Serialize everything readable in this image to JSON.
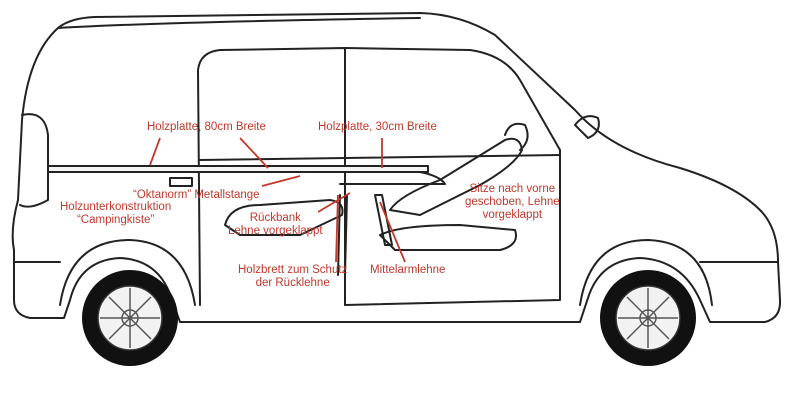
{
  "colors": {
    "annotation": "#c0392b",
    "outline": "#222222"
  },
  "annotations": {
    "holzplatte_80": "Holzplatte, 80cm Breite",
    "holzplatte_30": "Holzplatte, 30cm Breite",
    "oktanorm": "“Oktanorm” Metallstange",
    "holzunterkonstruktion": {
      "line1": "Holzunterkonstruktion",
      "line2": "“Campingkiste”"
    },
    "rueckbank": {
      "line1": "Rückbank",
      "line2": "Lehne vorgeklappt"
    },
    "sitze": {
      "line1": "Sitze nach vorne",
      "line2": "geschoben, Lehne",
      "line3": "vorgeklappt"
    },
    "holzbrett": {
      "line1": "Holzbrett zum Schutz",
      "line2": "der Rücklehne"
    },
    "mittelarmlehne": "Mittelarmlehne"
  }
}
